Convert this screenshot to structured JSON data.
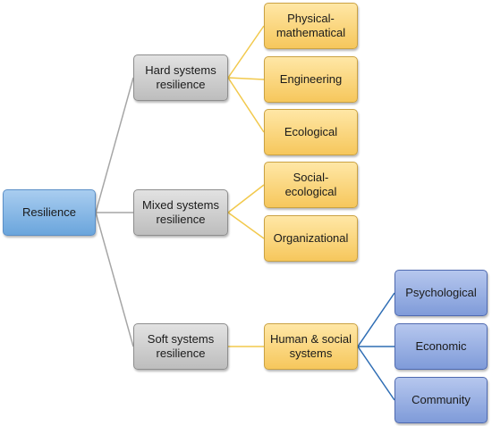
{
  "colors": {
    "root": "#6aa5dc",
    "category": "#bdbdbd",
    "subtype": "#f6c75c",
    "human_subtype": "#7f9bd9",
    "connector_gray": "#a6a6a6",
    "connector_yellow": "#f2c94c",
    "connector_blue": "#2e6db4"
  },
  "root": {
    "label": "Resilience"
  },
  "categories": {
    "hard": {
      "label": "Hard systems\nresilience"
    },
    "mixed": {
      "label": "Mixed systems\nresilience"
    },
    "soft": {
      "label": "Soft systems\nresilience"
    }
  },
  "hard_children": {
    "physical": {
      "label": "Physical-\nmathematical"
    },
    "engineering": {
      "label": "Engineering"
    },
    "ecological": {
      "label": "Ecological"
    }
  },
  "mixed_children": {
    "social_ecological": {
      "label": "Social-\necological"
    },
    "organizational": {
      "label": "Organizational"
    }
  },
  "soft_children": {
    "human_social": {
      "label": "Human & social\nsystems"
    }
  },
  "human_children": {
    "psychological": {
      "label": "Psychological"
    },
    "economic": {
      "label": "Economic"
    },
    "community": {
      "label": "Community"
    }
  }
}
